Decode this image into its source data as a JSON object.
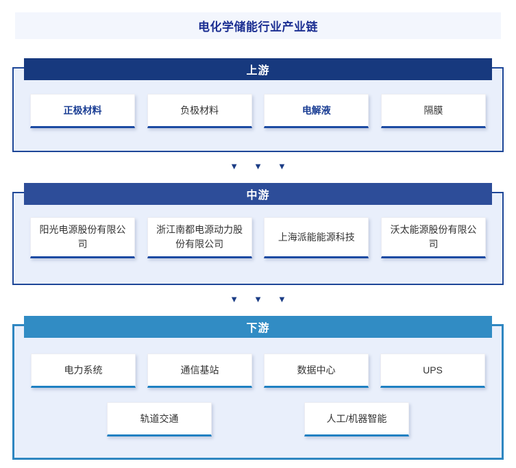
{
  "page": {
    "title": "电化学储能行业产业链"
  },
  "arrow_glyph": "▼",
  "colors": {
    "title_bar_bg": "#f3f6fd",
    "title_text": "#1c2f92",
    "upstream_header_bg": "#17397e",
    "midstream_header_bg": "#2d4d99",
    "downstream_header_bg": "#318cc4",
    "panel_bg": "#e9effb",
    "panel_border_deep": "#1d4697",
    "panel_border_light": "#2e86c1",
    "card_accent_deep": "#1b4aa2",
    "card_accent_light": "#1e80c2",
    "card_text": "#333333",
    "link_text": "#1b3e94"
  },
  "sections": [
    {
      "id": "upstream",
      "label": "上游",
      "items": [
        {
          "label": "正极材料",
          "highlighted": true
        },
        {
          "label": "负极材料",
          "highlighted": false
        },
        {
          "label": "电解液",
          "highlighted": true
        },
        {
          "label": "隔膜",
          "highlighted": false
        }
      ]
    },
    {
      "id": "midstream",
      "label": "中游",
      "items": [
        {
          "label": "阳光电源股份有限公司",
          "highlighted": false
        },
        {
          "label": "浙江南都电源动力股份有限公司",
          "highlighted": false
        },
        {
          "label": "上海派能能源科技",
          "highlighted": false
        },
        {
          "label": "沃太能源股份有限公司",
          "highlighted": false
        }
      ]
    },
    {
      "id": "downstream",
      "label": "下游",
      "rows": [
        [
          {
            "label": "电力系统"
          },
          {
            "label": "通信基站"
          },
          {
            "label": "数据中心"
          },
          {
            "label": "UPS"
          }
        ],
        [
          {
            "label": "轨道交通"
          },
          {
            "label": "人工/机器智能"
          }
        ]
      ]
    }
  ]
}
